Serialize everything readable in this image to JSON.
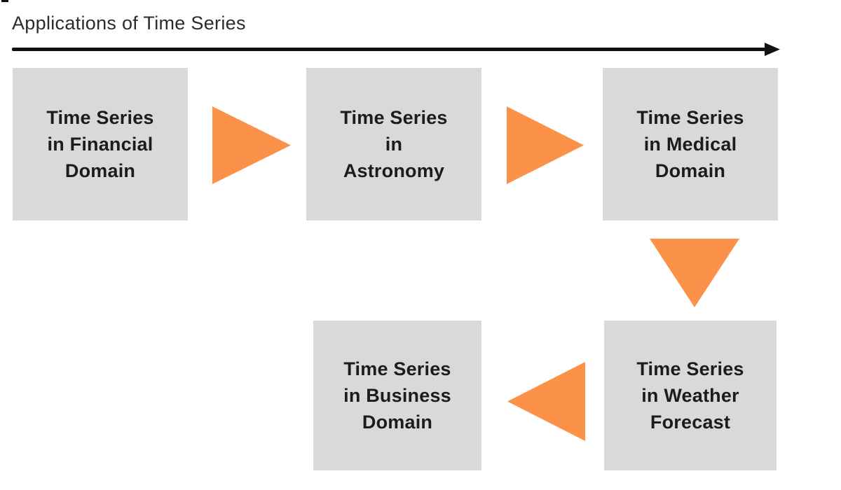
{
  "title": "Applications of Time Series",
  "colors": {
    "box_bg": "#d9d9d9",
    "accent": "#fc9249",
    "text": "#1c1c1c",
    "title_text": "#2b2b2b",
    "line": "#111111"
  },
  "nodes": [
    {
      "id": "financial",
      "label": "Time Series\nin Financial\nDomain"
    },
    {
      "id": "astronomy",
      "label": "Time Series\nin\nAstronomy"
    },
    {
      "id": "medical",
      "label": "Time Series\nin Medical\nDomain"
    },
    {
      "id": "weather",
      "label": "Time Series\nin Weather\nForecast"
    },
    {
      "id": "business",
      "label": "Time Series\nin Business\nDomain"
    }
  ],
  "connectors": [
    {
      "from": "financial",
      "to": "astronomy",
      "direction": "right"
    },
    {
      "from": "astronomy",
      "to": "medical",
      "direction": "right"
    },
    {
      "from": "medical",
      "to": "weather",
      "direction": "down"
    },
    {
      "from": "weather",
      "to": "business",
      "direction": "left"
    }
  ]
}
